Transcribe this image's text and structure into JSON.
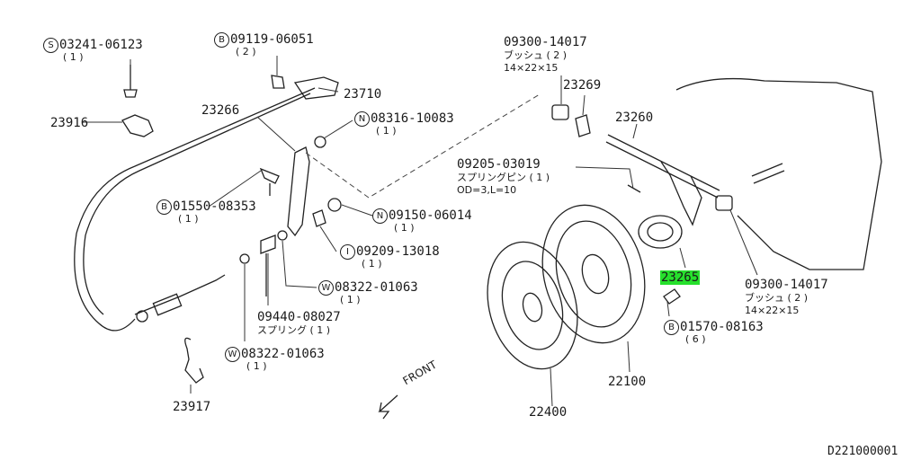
{
  "labels": {
    "p_03241": "03241-06123",
    "p_03241_qty": "( 1 )",
    "p_03241_sym": "S",
    "p_09119": "09119-06051",
    "p_09119_qty": "( 2 )",
    "p_09119_sym": "B",
    "p_23710": "23710",
    "p_23916": "23916",
    "p_23266": "23266",
    "p_08316": "08316-10083",
    "p_08316_qty": "( 1 )",
    "p_08316_sym": "N",
    "p_01550": "01550-08353",
    "p_01550_qty": "( 1 )",
    "p_01550_sym": "B",
    "p_09150": "09150-06014",
    "p_09150_qty": "( 1 )",
    "p_09150_sym": "N",
    "p_09209": "09209-13018",
    "p_09209_qty": "( 1 )",
    "p_09209_sym": "I",
    "p_08322a": "08322-01063",
    "p_08322a_qty": "( 1 )",
    "p_08322a_sym": "W",
    "p_09440": "09440-08027",
    "p_09440_desc": "スプリング ( 1 )",
    "p_08322b": "08322-01063",
    "p_08322b_qty": "( 1 )",
    "p_08322b_sym": "W",
    "p_23917": "23917",
    "p_09300a": "09300-14017",
    "p_09300a_desc": "ブッシュ ( 2 )",
    "p_09300a_dim": "14×22×15",
    "p_23269": "23269",
    "p_23260": "23260",
    "p_09205": "09205-03019",
    "p_09205_desc": "スプリングピン ( 1 )",
    "p_09205_dim": "OD=3,L=10",
    "p_23265": "23265",
    "p_09300b": "09300-14017",
    "p_09300b_desc": "ブッシュ ( 2 )",
    "p_09300b_dim": "14×22×15",
    "p_01570": "01570-08163",
    "p_01570_qty": "( 6 )",
    "p_01570_sym": "B",
    "p_22100": "22100",
    "p_22400": "22400",
    "front": "FRONT",
    "diagram_id": "D221000001"
  },
  "colors": {
    "highlight": "#26e02c",
    "ink": "#222222"
  }
}
